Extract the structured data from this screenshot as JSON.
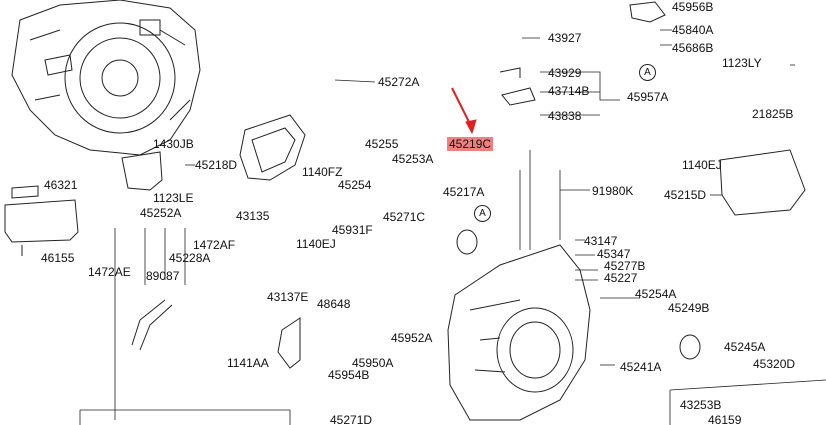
{
  "highlight_color": "#f08080",
  "arrow_color": "#e02020",
  "labels": [
    {
      "id": "45956B",
      "text": "45956B"
    },
    {
      "id": "45840A",
      "text": "45840A"
    },
    {
      "id": "43927",
      "text": "43927"
    },
    {
      "id": "45686B",
      "text": "45686B"
    },
    {
      "id": "1123LY",
      "text": "1123LY"
    },
    {
      "id": "45272A",
      "text": "45272A"
    },
    {
      "id": "43929",
      "text": "43929"
    },
    {
      "id": "43714B",
      "text": "43714B"
    },
    {
      "id": "45957A",
      "text": "45957A"
    },
    {
      "id": "43838",
      "text": "43838"
    },
    {
      "id": "21825B",
      "text": "21825B"
    },
    {
      "id": "1430JB",
      "text": "1430JB"
    },
    {
      "id": "45255",
      "text": "45255"
    },
    {
      "id": "45219C",
      "text": "45219C"
    },
    {
      "id": "45218D",
      "text": "45218D"
    },
    {
      "id": "1140FZ",
      "text": "1140FZ"
    },
    {
      "id": "45253A",
      "text": "45253A"
    },
    {
      "id": "45254",
      "text": "45254"
    },
    {
      "id": "1140EJ_r",
      "text": "1140EJ"
    },
    {
      "id": "46321",
      "text": "46321"
    },
    {
      "id": "91980K",
      "text": "91980K"
    },
    {
      "id": "1123LE",
      "text": "1123LE"
    },
    {
      "id": "45217A",
      "text": "45217A"
    },
    {
      "id": "45215D",
      "text": "45215D"
    },
    {
      "id": "45252A",
      "text": "45252A"
    },
    {
      "id": "43135",
      "text": "43135"
    },
    {
      "id": "45271C_top",
      "text": "45271C"
    },
    {
      "id": "45931F",
      "text": "45931F"
    },
    {
      "id": "1472AF",
      "text": "1472AF"
    },
    {
      "id": "1140EJ_l",
      "text": "1140EJ"
    },
    {
      "id": "43147",
      "text": "43147"
    },
    {
      "id": "46155",
      "text": "46155"
    },
    {
      "id": "45228A",
      "text": "45228A"
    },
    {
      "id": "45347",
      "text": "45347"
    },
    {
      "id": "1472AE",
      "text": "1472AE"
    },
    {
      "id": "45277B",
      "text": "45277B"
    },
    {
      "id": "89087",
      "text": "89087"
    },
    {
      "id": "45227",
      "text": "45227"
    },
    {
      "id": "48648",
      "text": "48648"
    },
    {
      "id": "43137E",
      "text": "43137E"
    },
    {
      "id": "45254A",
      "text": "45254A"
    },
    {
      "id": "45249B",
      "text": "45249B"
    },
    {
      "id": "45952A",
      "text": "45952A"
    },
    {
      "id": "1141AA",
      "text": "1141AA"
    },
    {
      "id": "45245A",
      "text": "45245A"
    },
    {
      "id": "45950A",
      "text": "45950A"
    },
    {
      "id": "45320D",
      "text": "45320D"
    },
    {
      "id": "45241A",
      "text": "45241A"
    },
    {
      "id": "45954B",
      "text": "45954B"
    },
    {
      "id": "43253B",
      "text": "43253B"
    },
    {
      "id": "45271D",
      "text": "45271D"
    },
    {
      "id": "46159",
      "text": "46159"
    }
  ],
  "ref_marks": [
    {
      "id": "A_top",
      "text": "A"
    },
    {
      "id": "A_mid",
      "text": "A"
    }
  ]
}
